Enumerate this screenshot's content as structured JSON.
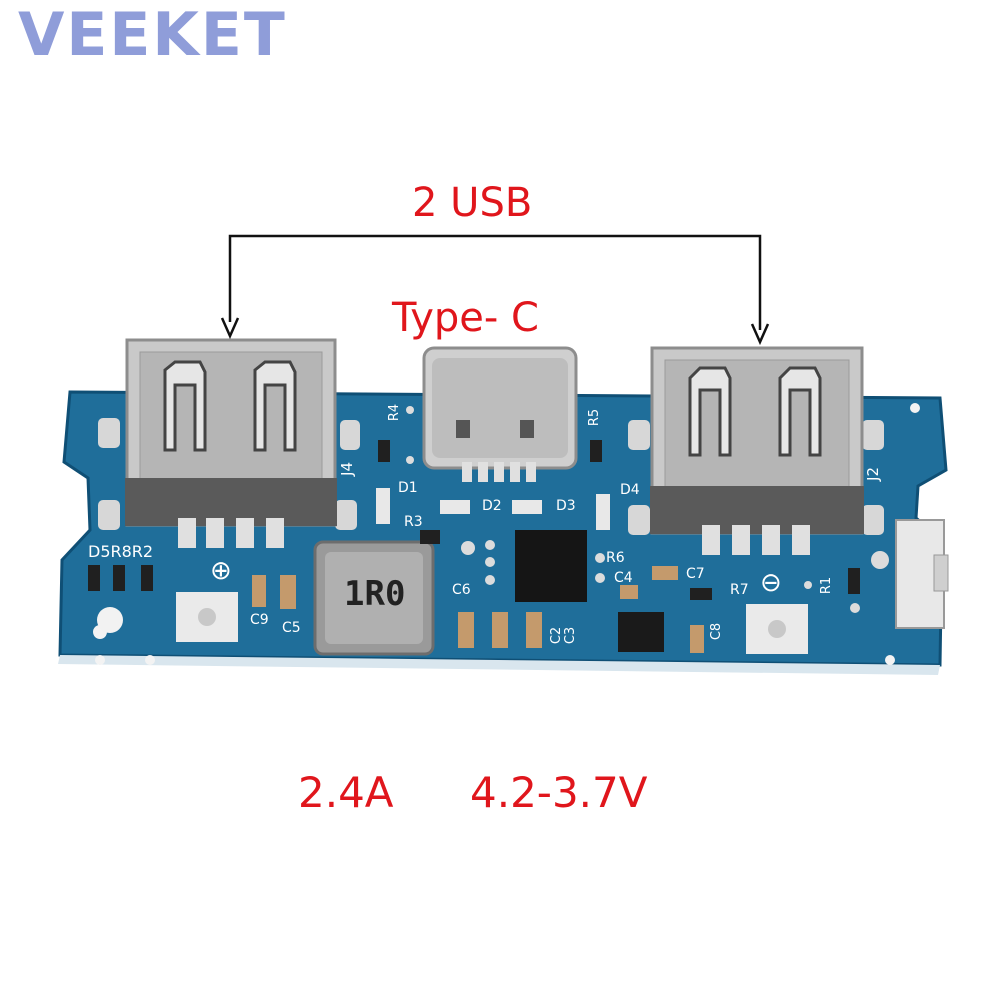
{
  "watermark": {
    "brand": "VEEKET"
  },
  "annotations": {
    "usb_count": "2 USB",
    "connector": "Type- C",
    "current": "2.4A",
    "voltage": "4.2-3.7V"
  },
  "board_labels": {
    "inductor": "1R0",
    "usb_left": "J4",
    "usb_right": "J2",
    "left_cluster": "D5R8R2",
    "refs": [
      "R4",
      "R5",
      "D1",
      "D2",
      "D3",
      "D4",
      "R3",
      "R6",
      "C4",
      "C7",
      "R7",
      "R1",
      "C6",
      "C9",
      "C5",
      "C2",
      "C3",
      "C8"
    ],
    "plus": "⊕",
    "minus": "⊖"
  },
  "colors": {
    "pcb": "#1f6e9a",
    "annotation": "#e0161c",
    "watermark": "#8f9dd9"
  }
}
